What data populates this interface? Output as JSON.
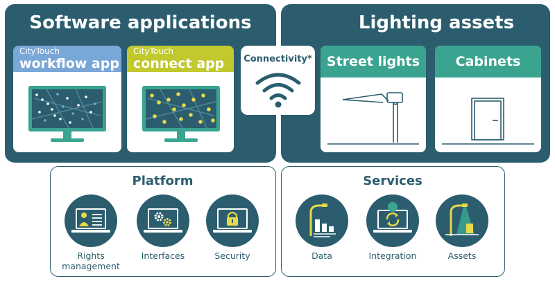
{
  "software": {
    "title": "Software applications",
    "workflow": {
      "brand": "CityTouch",
      "name": "workflow app",
      "color": "#79a7d8"
    },
    "connect": {
      "brand": "CityTouch",
      "name": "connect app",
      "color": "#c1c92e"
    }
  },
  "connectivity": {
    "label": "Connectivity*"
  },
  "lighting": {
    "title": "Lighting assets",
    "street": "Street lights",
    "cabinets": "Cabinets"
  },
  "platform": {
    "title": "Platform",
    "items": [
      {
        "label": "Rights management",
        "icon": "user-id-card-icon"
      },
      {
        "label": "Interfaces",
        "icon": "gears-laptop-icon"
      },
      {
        "label": "Security",
        "icon": "padlock-laptop-icon"
      }
    ]
  },
  "services": {
    "title": "Services",
    "items": [
      {
        "label": "Data",
        "icon": "bar-chart-streetlight-icon"
      },
      {
        "label": "Integration",
        "icon": "sync-laptop-icon"
      },
      {
        "label": "Assets",
        "icon": "streetlight-asset-icon"
      }
    ]
  },
  "colors": {
    "panel": "#2b5d6e",
    "accent_teal": "#3aa491",
    "icon_yellow": "#e8d84a"
  }
}
